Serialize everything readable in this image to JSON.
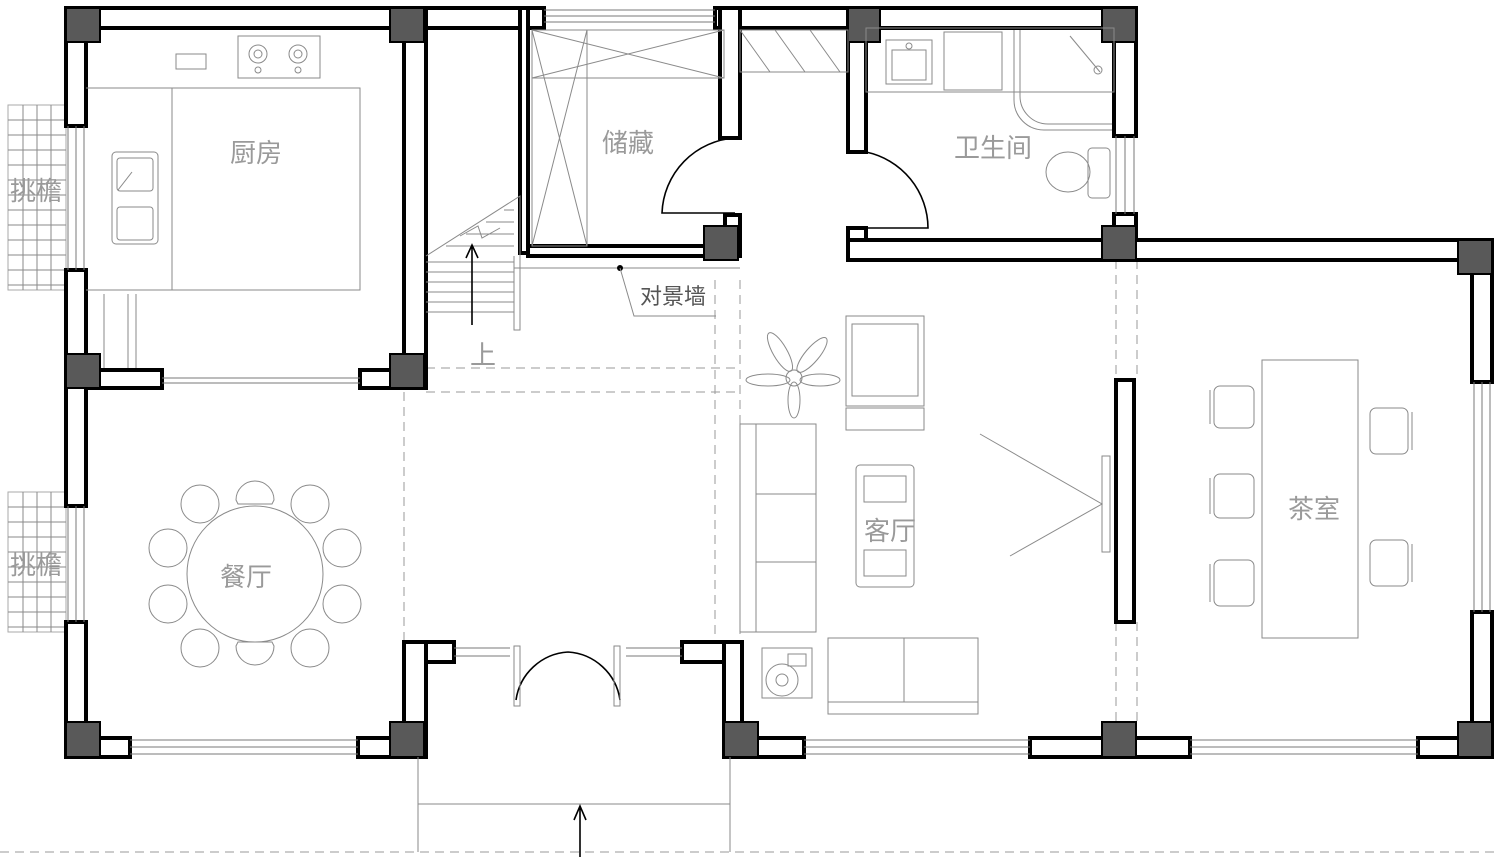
{
  "rooms": {
    "kitchen": "厨房",
    "storage": "储藏",
    "bathroom": "卫生间",
    "dining": "餐厅",
    "living": "客厅",
    "tea_room": "茶室",
    "eave_top": "挑檐",
    "eave_bottom": "挑檐"
  },
  "annotations": {
    "feature_wall": "对景墙",
    "stair_up": "上"
  },
  "colors": {
    "wall": "#000000",
    "column": "#595959",
    "furniture": "#8a8a8a",
    "label": "#9a9a9a"
  }
}
